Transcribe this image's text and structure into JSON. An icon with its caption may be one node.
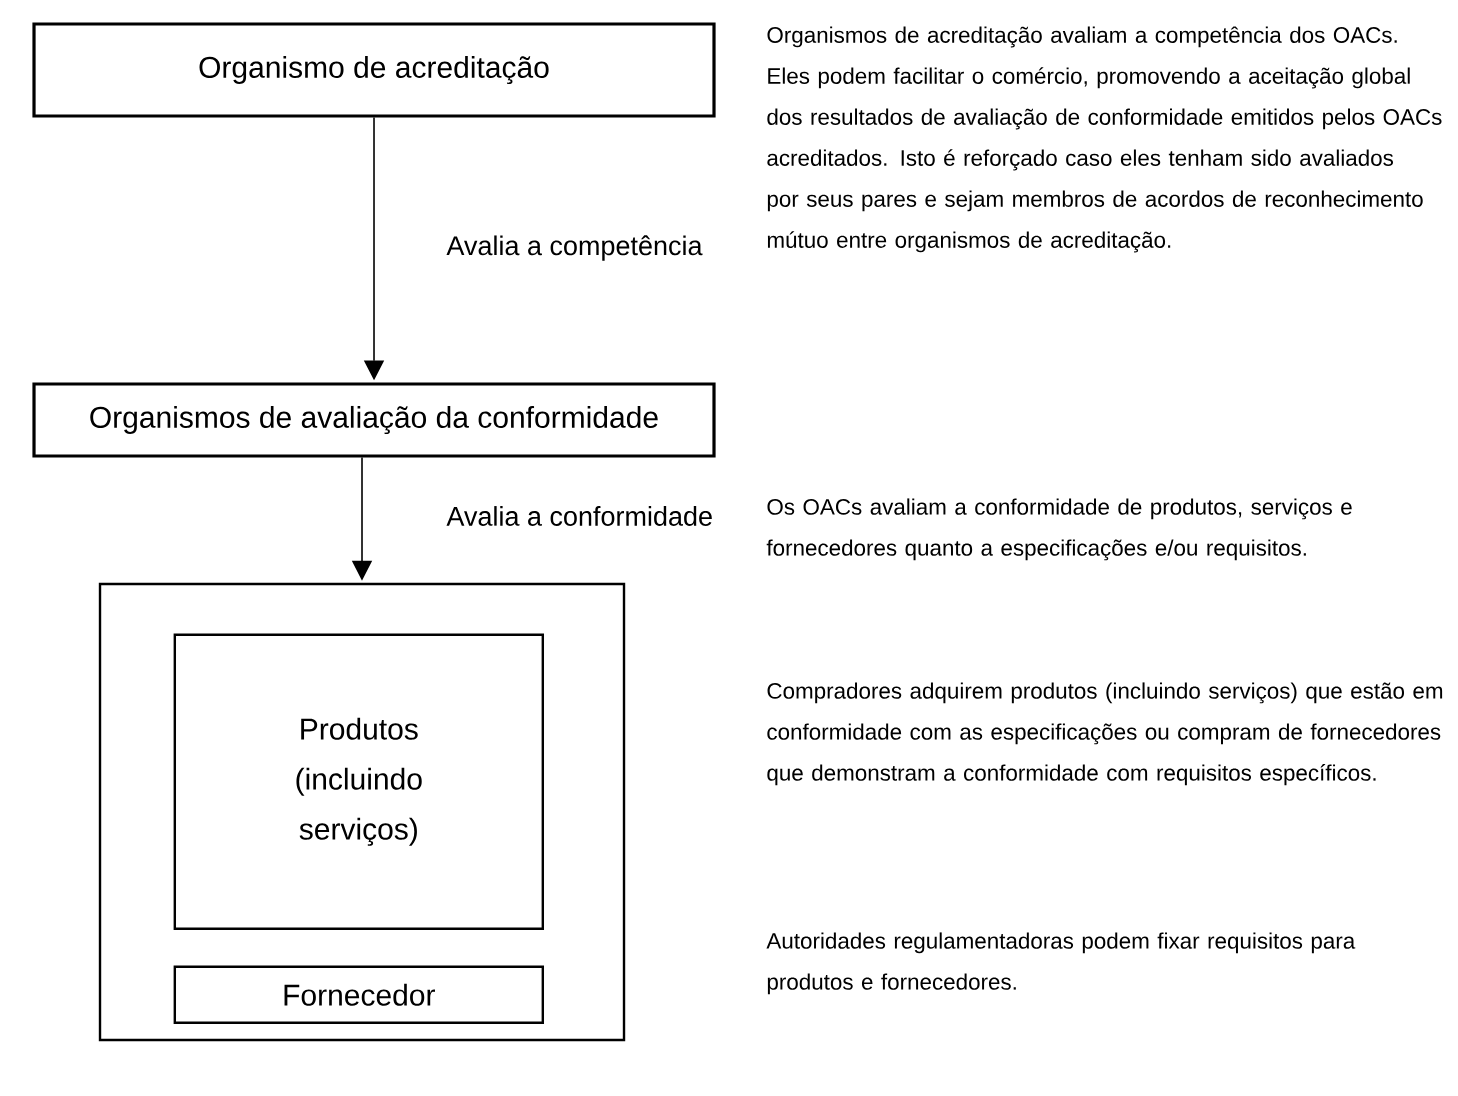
{
  "diagram": {
    "nodes": [
      {
        "text": [
          "Organismo de acreditação"
        ]
      },
      {
        "text": [
          "Organismos de avaliação da conformidade"
        ]
      },
      {
        "text": [],
        "shape": "box"
      },
      {
        "text": [
          "Produtos (incluindo serviços)"
        ],
        "in": 2
      },
      {
        "text": [
          "Fornecedor"
        ],
        "in": 2
      }
    ],
    "edges": [
      {
        "from": 0,
        "to": 1,
        "arrow": "to",
        "label": "Avalia a competência"
      },
      {
        "from": 1,
        "to": 2,
        "arrow": "to",
        "label": "Avalia a conformidade"
      }
    ],
    "labels": [
      "Organismos de acreditação avaliam a competência dos OACs. Eles podem facilitar o comércio, promovendo a aceitação global dos resultados de avaliação de conformidade emitidos pelos OACs acreditados. Isto é reforçado caso eles tenham sido avaliados por seus pares e sejam membros de acordos de reconhecimento mútuo entre organismos de acreditação.",
      "Os OACs avaliam a conformidade de produtos, serviços e fornecedores quanto a especificações e/ou requisitos.",
      "Compradores adquirem produtos (incluindo serviços) que estão em conformidade com as especificações ou compram de fornecedores que demonstram a conformidade com requisitos específicos.",
      "Autoridades regulamentadoras podem fixar requisitos para produtos e fornecedores."
    ]
  }
}
